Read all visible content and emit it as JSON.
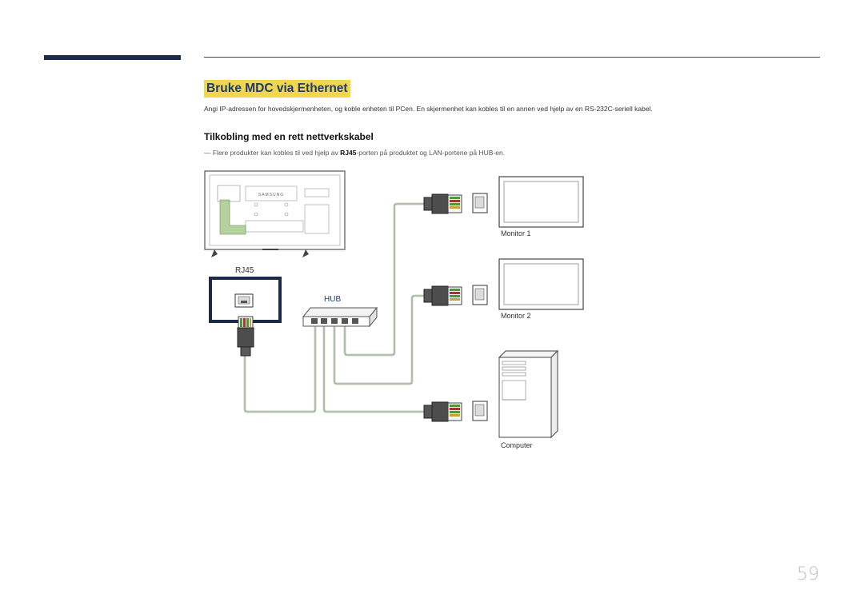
{
  "page": {
    "heading": "Bruke MDC via Ethernet",
    "intro": "Angi IP-adressen for hovedskjermenheten, og koble enheten til PCen. En skjermenhet kan kobles til en annen ved hjelp av en RS-232C-seriell kabel.",
    "subheading": "Tilkobling med en rett nettverkskabel",
    "note_dash": "―",
    "note_part1": " Flere produkter kan kobles til ved hjelp av ",
    "note_bold": "RJ45",
    "note_part2": "-porten på produktet og LAN-portene på HUB-en.",
    "page_number": "59"
  },
  "diagram": {
    "brand_text": "SAMSUNG",
    "rj45_label": "RJ45",
    "hub_label": "HUB",
    "monitor1_label": "Monitor 1",
    "monitor2_label": "Monitor 2",
    "computer_label": "Computer",
    "colors": {
      "accent_bar": "#1c2a4a",
      "heading_highlight": "#f4d64a",
      "cable": "#c9d6c4",
      "connector_green": "#4a9a3a",
      "connector_red": "#b03030",
      "box_border": "#1c2a4a"
    }
  }
}
